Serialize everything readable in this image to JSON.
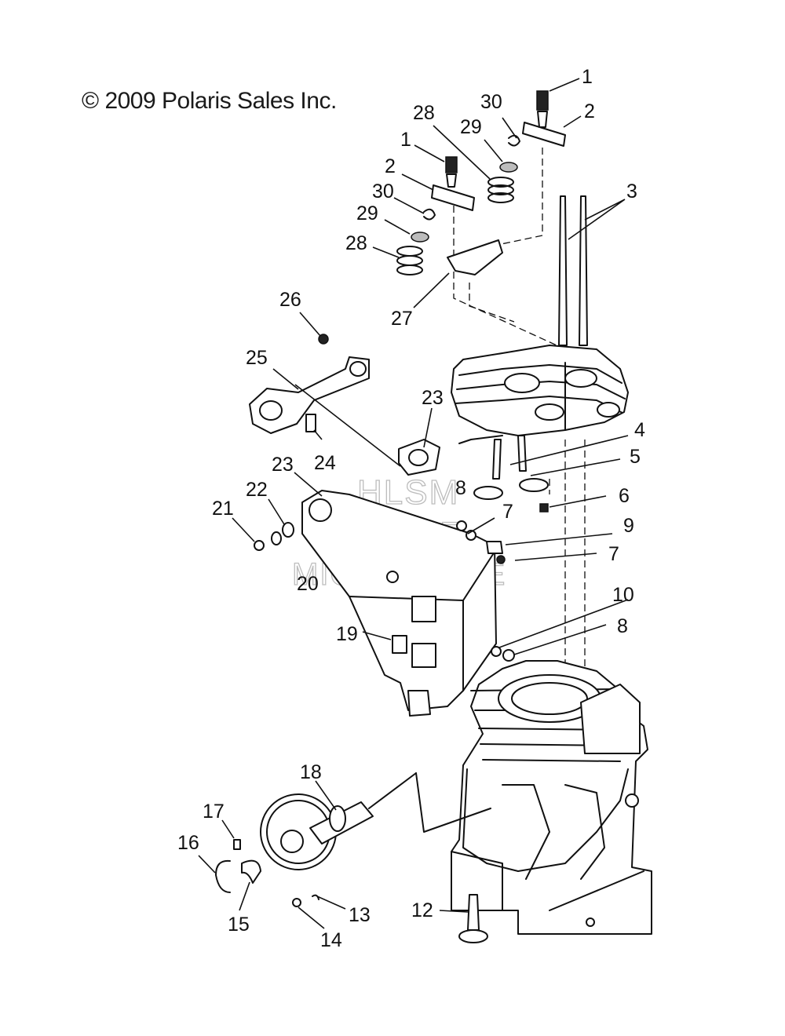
{
  "copyright": "© 2009 Polaris Sales Inc.",
  "watermark": [
    "HLSM",
    "ONLINE",
    "MICROFICHE"
  ],
  "callouts": [
    "1",
    "2",
    "30",
    "29",
    "28",
    "1",
    "2",
    "30",
    "29",
    "28",
    "3",
    "27",
    "26",
    "25",
    "23",
    "24",
    "4",
    "5",
    "23",
    "22",
    "21",
    "20",
    "8",
    "7",
    "9",
    "7",
    "6",
    "10",
    "8",
    "19",
    "18",
    "17",
    "16",
    "15",
    "14",
    "13",
    "12"
  ]
}
